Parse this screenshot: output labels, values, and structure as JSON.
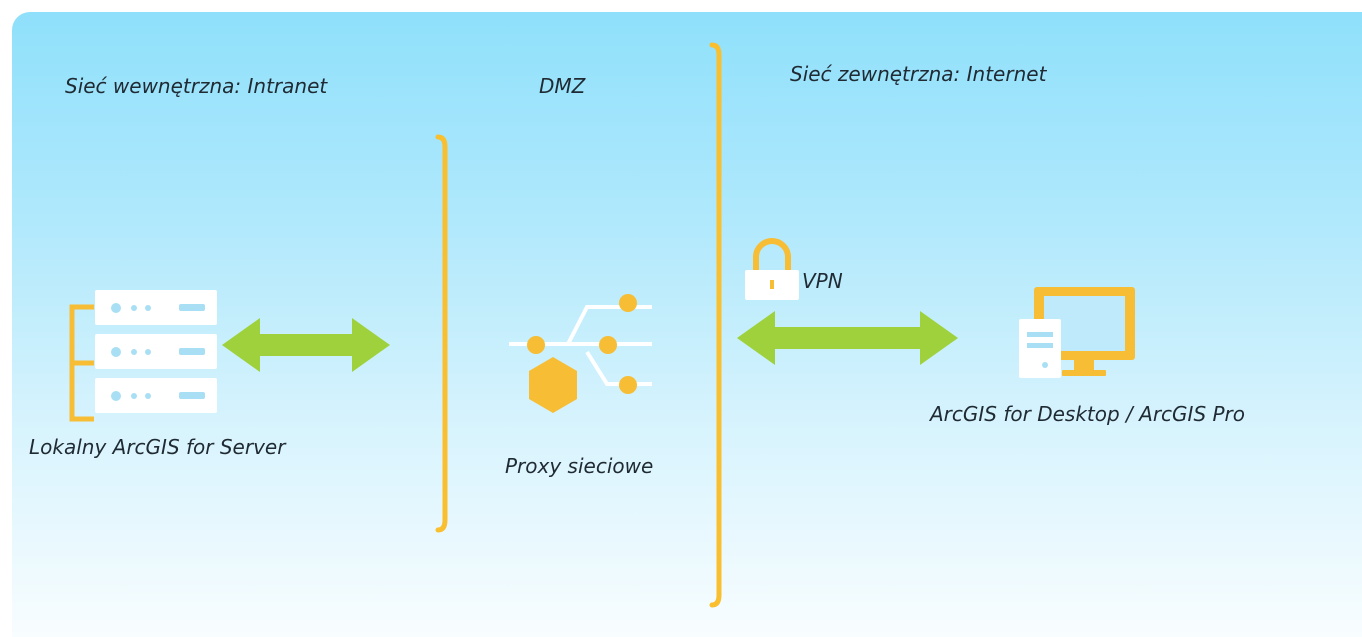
{
  "zones": {
    "intranet": "Sieć wewnętrzna: Intranet",
    "dmz": "DMZ",
    "internet": "Sieć zewnętrzna: Internet"
  },
  "nodes": {
    "server": "Lokalny ArcGIS for Server",
    "proxy": "Proxy sieciowe",
    "desktop": "ArcGIS for Desktop / ArcGIS Pro"
  },
  "vpn_label": "VPN",
  "colors": {
    "divider": "#f9bf2f",
    "arrow": "#9ed13b",
    "icon_orange": "#f7bd35",
    "icon_white": "#ffffff",
    "server_dot": "#a9dff4"
  },
  "icons": [
    "server-rack-icon",
    "proxy-network-icon",
    "lock-icon",
    "desktop-computer-icon"
  ]
}
